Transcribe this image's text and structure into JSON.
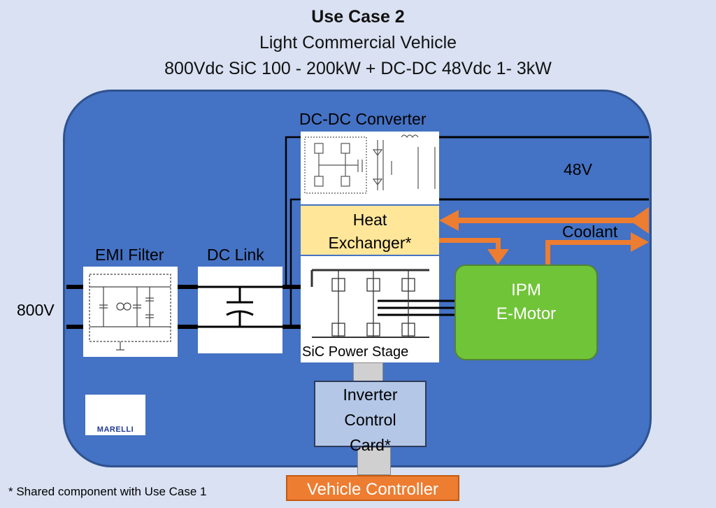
{
  "header": {
    "title": "Use Case 2",
    "subtitle": "Light Commercial Vehicle",
    "spec": "800Vdc  SiC 100 - 200kW + DC-DC 48Vdc  1- 3kW"
  },
  "blocks": {
    "emi_filter": "EMI Filter",
    "dc_link": "DC Link",
    "dcdc": "DC-DC Converter",
    "heat_exchanger_l1": "Heat",
    "heat_exchanger_l2": "Exchanger*",
    "sic_power_stage": "SiC Power Stage",
    "ipm_l1": "IPM",
    "ipm_l2": "E-Motor",
    "icc_l1": "Inverter",
    "icc_l2": "Control",
    "icc_l3": "Card*",
    "vehicle_controller": "Vehicle Controller"
  },
  "labels": {
    "v800": "800V",
    "v48": "48V",
    "coolant": "Coolant"
  },
  "logo": {
    "text": "MARELLI",
    "color": "#1f3a93"
  },
  "footnote": "* Shared component with Use Case 1",
  "colors": {
    "board": "#4472c4",
    "coolant_arrow": "#ed7d31",
    "ipm": "#70c437",
    "heat_exchanger": "#ffe699",
    "control_card": "#b4c7e7"
  }
}
